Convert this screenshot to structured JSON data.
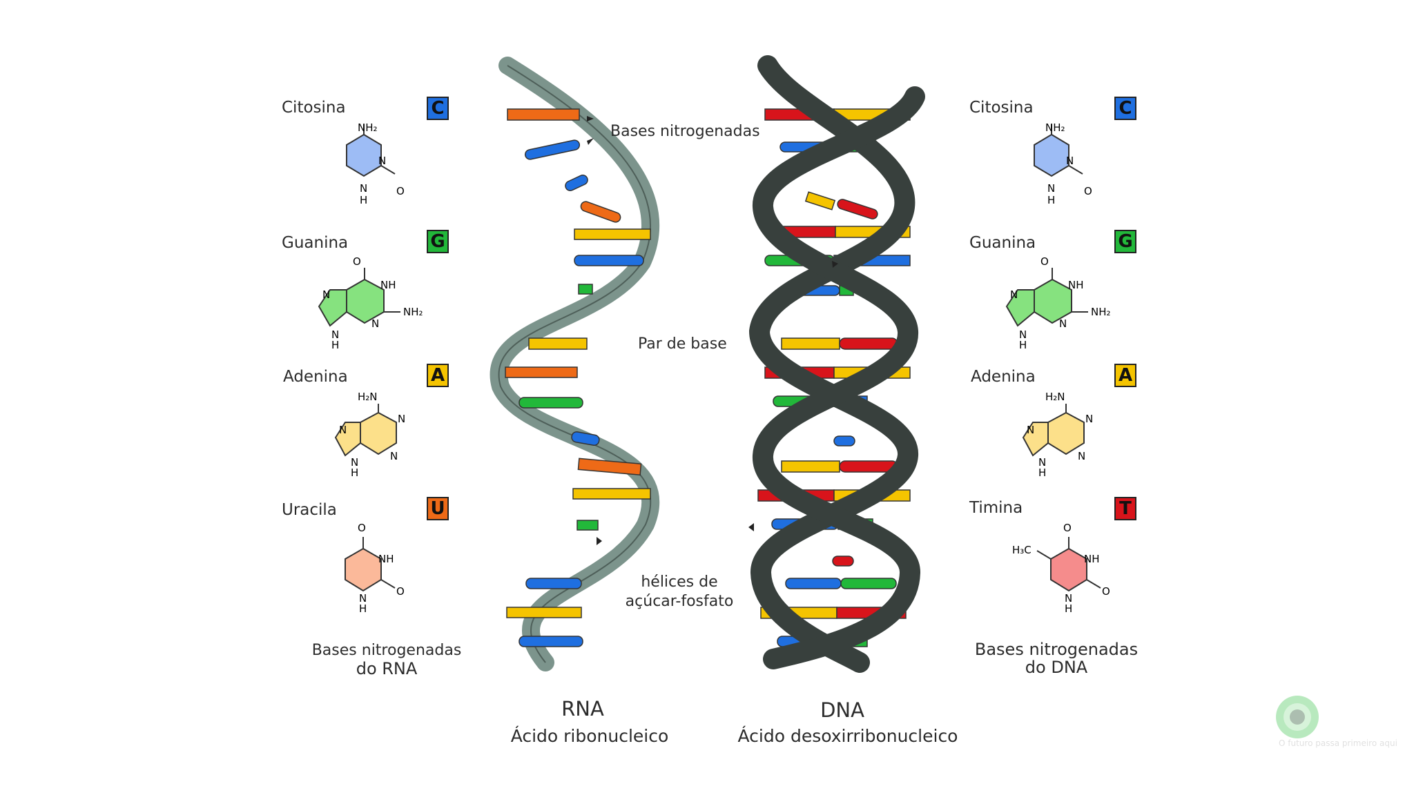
{
  "rna_panel": {
    "bases": [
      {
        "name": "Citosina",
        "letter": "C",
        "color": "#1f6fe0",
        "ring_fill": "#9dbcf5"
      },
      {
        "name": "Guanina",
        "letter": "G",
        "color": "#22b83a",
        "ring_fill": "#86e27f"
      },
      {
        "name": "Adenina",
        "letter": "A",
        "color": "#f5c400",
        "ring_fill": "#fce08a"
      },
      {
        "name": "Uracila",
        "letter": "U",
        "color": "#ee6a17",
        "ring_fill": "#fbb99a"
      }
    ],
    "caption_line1": "Bases nitrogenadas",
    "caption_line2": "do RNA"
  },
  "dna_panel": {
    "bases": [
      {
        "name": "Citosina",
        "letter": "C",
        "color": "#1f6fe0",
        "ring_fill": "#9dbcf5"
      },
      {
        "name": "Guanina",
        "letter": "G",
        "color": "#22b83a",
        "ring_fill": "#86e27f"
      },
      {
        "name": "Adenina",
        "letter": "A",
        "color": "#f5c400",
        "ring_fill": "#fce08a"
      },
      {
        "name": "Timina",
        "letter": "T",
        "color": "#d8141b",
        "ring_fill": "#f58c8c"
      }
    ],
    "caption_line1": "Bases nitrogenadas",
    "caption_line2": "do DNA"
  },
  "molecule_labels": {
    "nh2": "NH₂",
    "h2n": "H₂N",
    "nh": "NH",
    "n": "N",
    "h": "H",
    "o": "O",
    "h3c": "H₃C"
  },
  "annotations": {
    "bases": "Bases nitrogenadas",
    "pair": "Par de base",
    "helices_line1": "hélices de",
    "helices_line2": "açúcar-fosfato"
  },
  "rna": {
    "title": "RNA",
    "subtitle": "Ácido ribonucleico",
    "strand_color": "#7c948c"
  },
  "dna": {
    "title": "DNA",
    "subtitle": "Ácido desoxirribonucleico",
    "strand_color": "#38403d"
  },
  "watermark": {
    "tagline": "O futuro passa primeiro aqui"
  }
}
